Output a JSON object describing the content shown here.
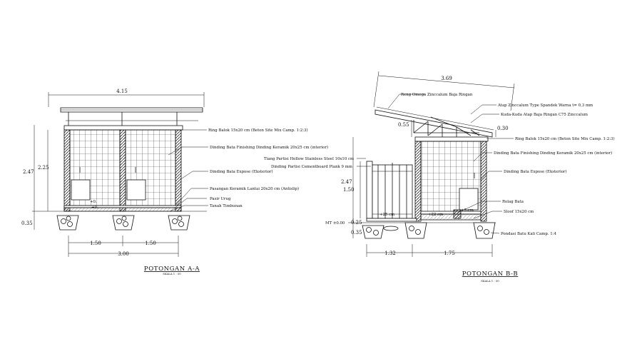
{
  "section_a": {
    "title": "POTONGAN A-A",
    "scale": "SKALA 1 : 50",
    "dims": {
      "top_width": "4.15",
      "height_total": "2.47",
      "height_wall": "2.25",
      "foundation": "0.35",
      "span_left": "1.50",
      "span_right": "1.50",
      "span_total": "3.00",
      "floor_gap_1": "+0.",
      "floor_gap_2": "+0."
    },
    "labels": [
      "Ring Balok 15x20 cm (Beton Site Mix Camp. 1:2:3)",
      "Dinding Bata Finishing Dinding Keramik 20x25 cm (interior)",
      "Dinding Bata Expose (Eksterior)",
      "Pasangan Keramik Lantai 20x20 cm (Antislip)",
      "Pasir Urug",
      "Tanah Timbunan"
    ]
  },
  "section_b": {
    "title": "POTONGAN B-B",
    "scale": "SKALA 1 : 50",
    "dims": {
      "top_width": "3.69",
      "roof_height": "0.55",
      "roof_height_right": "0.30",
      "height_total": "2.47",
      "partition_height": "1.50",
      "floor_level": "MT ±0.00",
      "step": "0.25",
      "foundation": "0.35",
      "span_left": "1.32",
      "span_right": "1.75",
      "floor_gap_1": "+25 cm",
      "floor_gap_2": "+22 cm",
      "floor_gap_3": "+5 cm"
    },
    "labels": [
      "Reng Omega Zinccalum Baja Ringan",
      "Atap Zinccalum Type Spandek Warna t= 0,3 mm",
      "Kuda-Kuda Atap Baja Ringan C75 Zinccalum",
      "Ring Balok 15x20 cm (Beton Site Mix Camp. 1:2:3)",
      "Tiang Partisi Hollow Stainless Steel 10x10 cm",
      "Dinding Partisi Cementboard Plank 9 mm",
      "Dinding Bata Finishing Dinding Keramik 20x25 cm (interior)",
      "Dinding Bata Expose (Eksterior)",
      "Rolag Bata",
      "Sloof 15x20 cm",
      "Pondasi Batu Kali Camp. 1:4"
    ]
  },
  "colors": {
    "line": "#111111",
    "hatch": "#444444",
    "background": "#ffffff"
  }
}
